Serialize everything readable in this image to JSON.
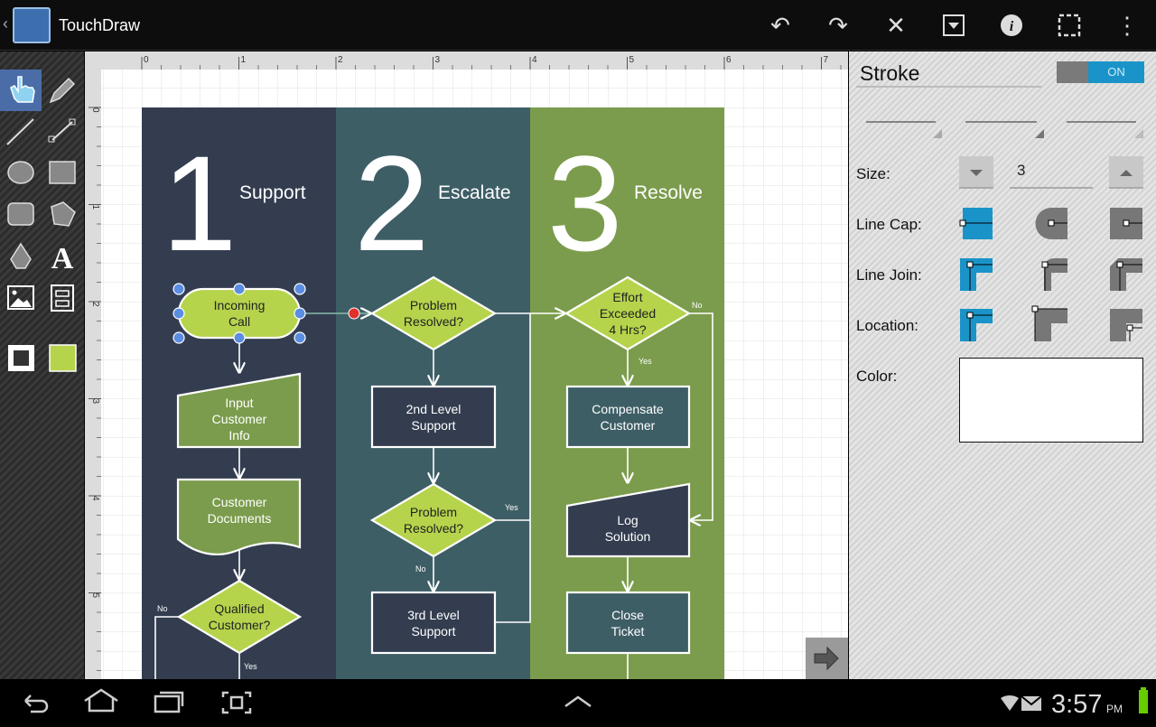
{
  "app": {
    "title": "TouchDraw"
  },
  "toolbar": {
    "icons": [
      "undo-icon",
      "redo-icon",
      "close-icon",
      "dropdown-icon",
      "info-icon",
      "select-icon",
      "overflow-menu-icon"
    ]
  },
  "tools": [
    "pointer",
    "pencil",
    "line",
    "connector",
    "ellipse",
    "rectangle",
    "rounded-rectangle",
    "polygon",
    "pen",
    "text",
    "image",
    "form"
  ],
  "colors": {
    "fill": "#b5d44c",
    "stroke": "#ffffff",
    "accent": "#1a94c8",
    "col1": "#333d4f",
    "col2": "#3e5e66",
    "col3": "#7b9c4c"
  },
  "ruler": {
    "h": [
      "0",
      "1",
      "2",
      "3",
      "4",
      "5",
      "6",
      "7"
    ],
    "v": [
      "0",
      "1",
      "2",
      "3",
      "4",
      "5"
    ]
  },
  "diagram": {
    "columns": [
      {
        "number": "1",
        "title": "Support"
      },
      {
        "number": "2",
        "title": "Escalate"
      },
      {
        "number": "3",
        "title": "Resolve"
      }
    ],
    "shapes": {
      "incoming": [
        "Incoming",
        "Call"
      ],
      "input": [
        "Input",
        "Customer",
        "Info"
      ],
      "docs": [
        "Customer",
        "Documents"
      ],
      "qualified": [
        "Qualified",
        "Customer?"
      ],
      "resolved1": [
        "Problem",
        "Resolved?"
      ],
      "level2": [
        "2nd Level",
        "Support"
      ],
      "resolved2": [
        "Problem",
        "Resolved?"
      ],
      "level3": [
        "3rd Level",
        "Support"
      ],
      "effort": [
        "Effort",
        "Exceeded",
        "4 Hrs?"
      ],
      "compensate": [
        "Compensate",
        "Customer"
      ],
      "log": [
        "Log",
        "Solution"
      ],
      "close": [
        "Close",
        "Ticket"
      ]
    },
    "labels": {
      "no1": "No",
      "yes1": "Yes",
      "yes2": "Yes",
      "no2": "No",
      "yes3": "Yes",
      "no3": "No"
    }
  },
  "panel": {
    "stroke_label": "Stroke",
    "toggle": "ON",
    "size_label": "Size:",
    "size_value": "3",
    "linecap_label": "Line Cap:",
    "linejoin_label": "Line Join:",
    "location_label": "Location:",
    "color_label": "Color:",
    "color_value": "#ffffff"
  },
  "status": {
    "time": "3:57",
    "ampm": "PM"
  }
}
